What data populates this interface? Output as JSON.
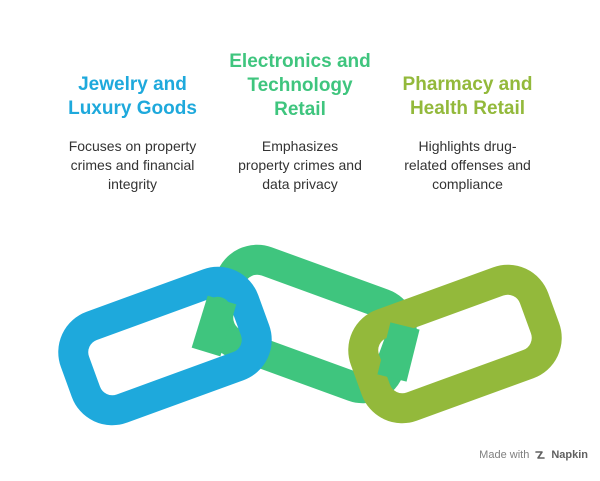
{
  "colors": {
    "blue": "#1ea9dc",
    "green": "#3fc57e",
    "lime": "#93b93b",
    "text": "#333333"
  },
  "columns": [
    {
      "title": "Jewelry and\nLuxury Goods",
      "description": "Focuses on property\ncrimes and financial\nintegrity",
      "color": "#1ea9dc"
    },
    {
      "title": "Electronics and\nTechnology\nRetail",
      "description": "Emphasizes\nproperty crimes and\ndata privacy",
      "color": "#3fc57e"
    },
    {
      "title": "Pharmacy and\nHealth Retail",
      "description": "Highlights drug-\nrelated offenses and\ncompliance",
      "color": "#93b93b"
    }
  ],
  "footer": {
    "made_with": "Made with",
    "brand": "Napkin",
    "logo_icon": "napkin-logo-icon"
  }
}
